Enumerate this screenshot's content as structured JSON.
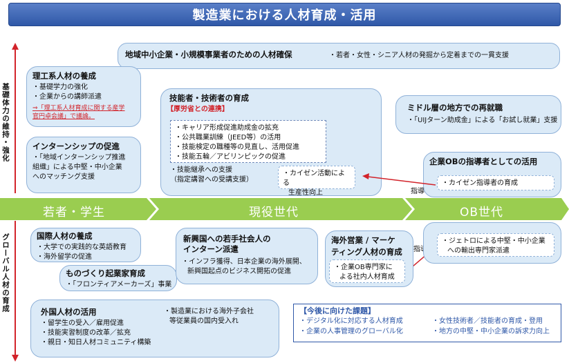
{
  "title": "製造業における人材育成・活用",
  "axis": {
    "top_label": "基礎体力の維持・強化",
    "bottom_label": "グローバル人材の育成"
  },
  "stages": [
    "若者・学生",
    "現役世代",
    "OB世代"
  ],
  "rikou": {
    "heading": "理工系人材の養成",
    "items": [
      "・基礎学力の強化",
      "・企業からの講師派遣"
    ],
    "link_lines": [
      "⇒「理工系人材育成に関する産学",
      "官円卓会議」で議論。"
    ]
  },
  "regional": {
    "heading": "地域中小企業・小規模事業者のための人材確保",
    "note": "・若者・女性・シニア人材の発掘から定着までの一貫支援"
  },
  "skills": {
    "heading": "技能者・技術者の育成",
    "mhlw_label": "【厚労省との連携】",
    "mhlw_items": [
      "・キャリア形成促進助成金の拡充",
      "・公共職業訓練（JEED等）の活用",
      "・技能検定の職種等の見直し、活用促進",
      "・技能五輪／アビリンピックの促進"
    ],
    "succession": [
      "・技能継承への支援",
      "（指定講習への受講支援）"
    ],
    "kaizen": [
      "・カイゼン活動による",
      "生産性向上"
    ]
  },
  "midlife": {
    "heading": "ミドル層の地方での再就職",
    "item": "・「UIJターン助成金」による「お試し就業」支援"
  },
  "intern": {
    "heading": "インターンシップの促進",
    "items": [
      "・「地域インターンシップ推進",
      "組織」による中堅・中小企業",
      "へのマッチング支援"
    ]
  },
  "ob_instructor": {
    "heading": "企業OBの指導者としての活用",
    "item": "・カイゼン指導者の育成"
  },
  "guide_label_top": "指導",
  "guide_label_bottom": "指導",
  "intl": {
    "heading": "国際人材の養成",
    "items": [
      "・大学での実践的な英語教育",
      "・海外留学の促進"
    ]
  },
  "emerging": {
    "heading_lines": [
      "新興国への若手社会人の",
      "インターン派遣"
    ],
    "items": [
      "・インフラ獲得、日本企業の海外展開、",
      "新興国起点のビジネス開拓の促進"
    ]
  },
  "overseas": {
    "heading_lines": [
      "海外営業 / マーケ",
      "ティング人材の育成"
    ],
    "items": [
      "・企業OB専門家に",
      "よる社内人材育成"
    ]
  },
  "jetro": {
    "items": [
      "・ジェトロによる中堅・中小企業",
      "への輸出専門家派遣"
    ]
  },
  "monozukuri": {
    "heading": "ものづくり起業家育成",
    "item": "・「フロンティアメーカーズ」事業"
  },
  "foreign": {
    "heading": "外国人材の活用",
    "items": [
      "・留学生の受入／雇用促進",
      "・技能実習制度の改革／拡充",
      "・親日・知日人材コミュニティ構築"
    ],
    "right_items": [
      "・製造業における海外子会社",
      "等従業員の国内受入れ"
    ]
  },
  "future": {
    "heading": "【今後に向けた課題】",
    "items": [
      "・デジタル化に対応する人材育成",
      "・女性技術者／技能者の育成・登用",
      "・企業の人事管理のグローバル化",
      "・地方の中堅・中小企業の訴求力向上"
    ]
  },
  "colors": {
    "title_blue": "#2f58a8",
    "bubble_fill": "#dbeaf7",
    "band_green": "#9acd50",
    "axis_red": "#d2232a"
  }
}
